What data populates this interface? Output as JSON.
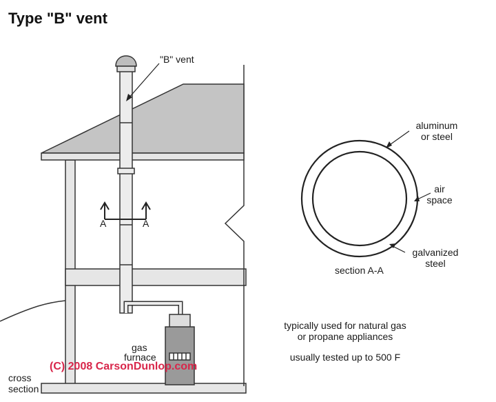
{
  "title": "Type \"B\" vent",
  "labels": {
    "b_vent": "\"B\" vent",
    "arrow_a_left": "A",
    "arrow_a_right": "A",
    "aluminum_1": "aluminum",
    "aluminum_2": "or steel",
    "air_1": "air",
    "air_2": "space",
    "galv_1": "galvanized",
    "galv_2": "steel",
    "section": "section A-A",
    "gas_1": "gas",
    "gas_2": "furnace",
    "cross_1": "cross",
    "cross_2": "section",
    "note_1": "typically used for natural gas",
    "note_2": "or propane appliances",
    "note_3": "usually tested up to 500 F"
  },
  "copyright": "(C) 2008 CarsonDunlop.com",
  "colors": {
    "ink": "#333333",
    "roof": "#c4c4c4",
    "wall": "#e6e6e6",
    "copyright": "#d8264a"
  }
}
